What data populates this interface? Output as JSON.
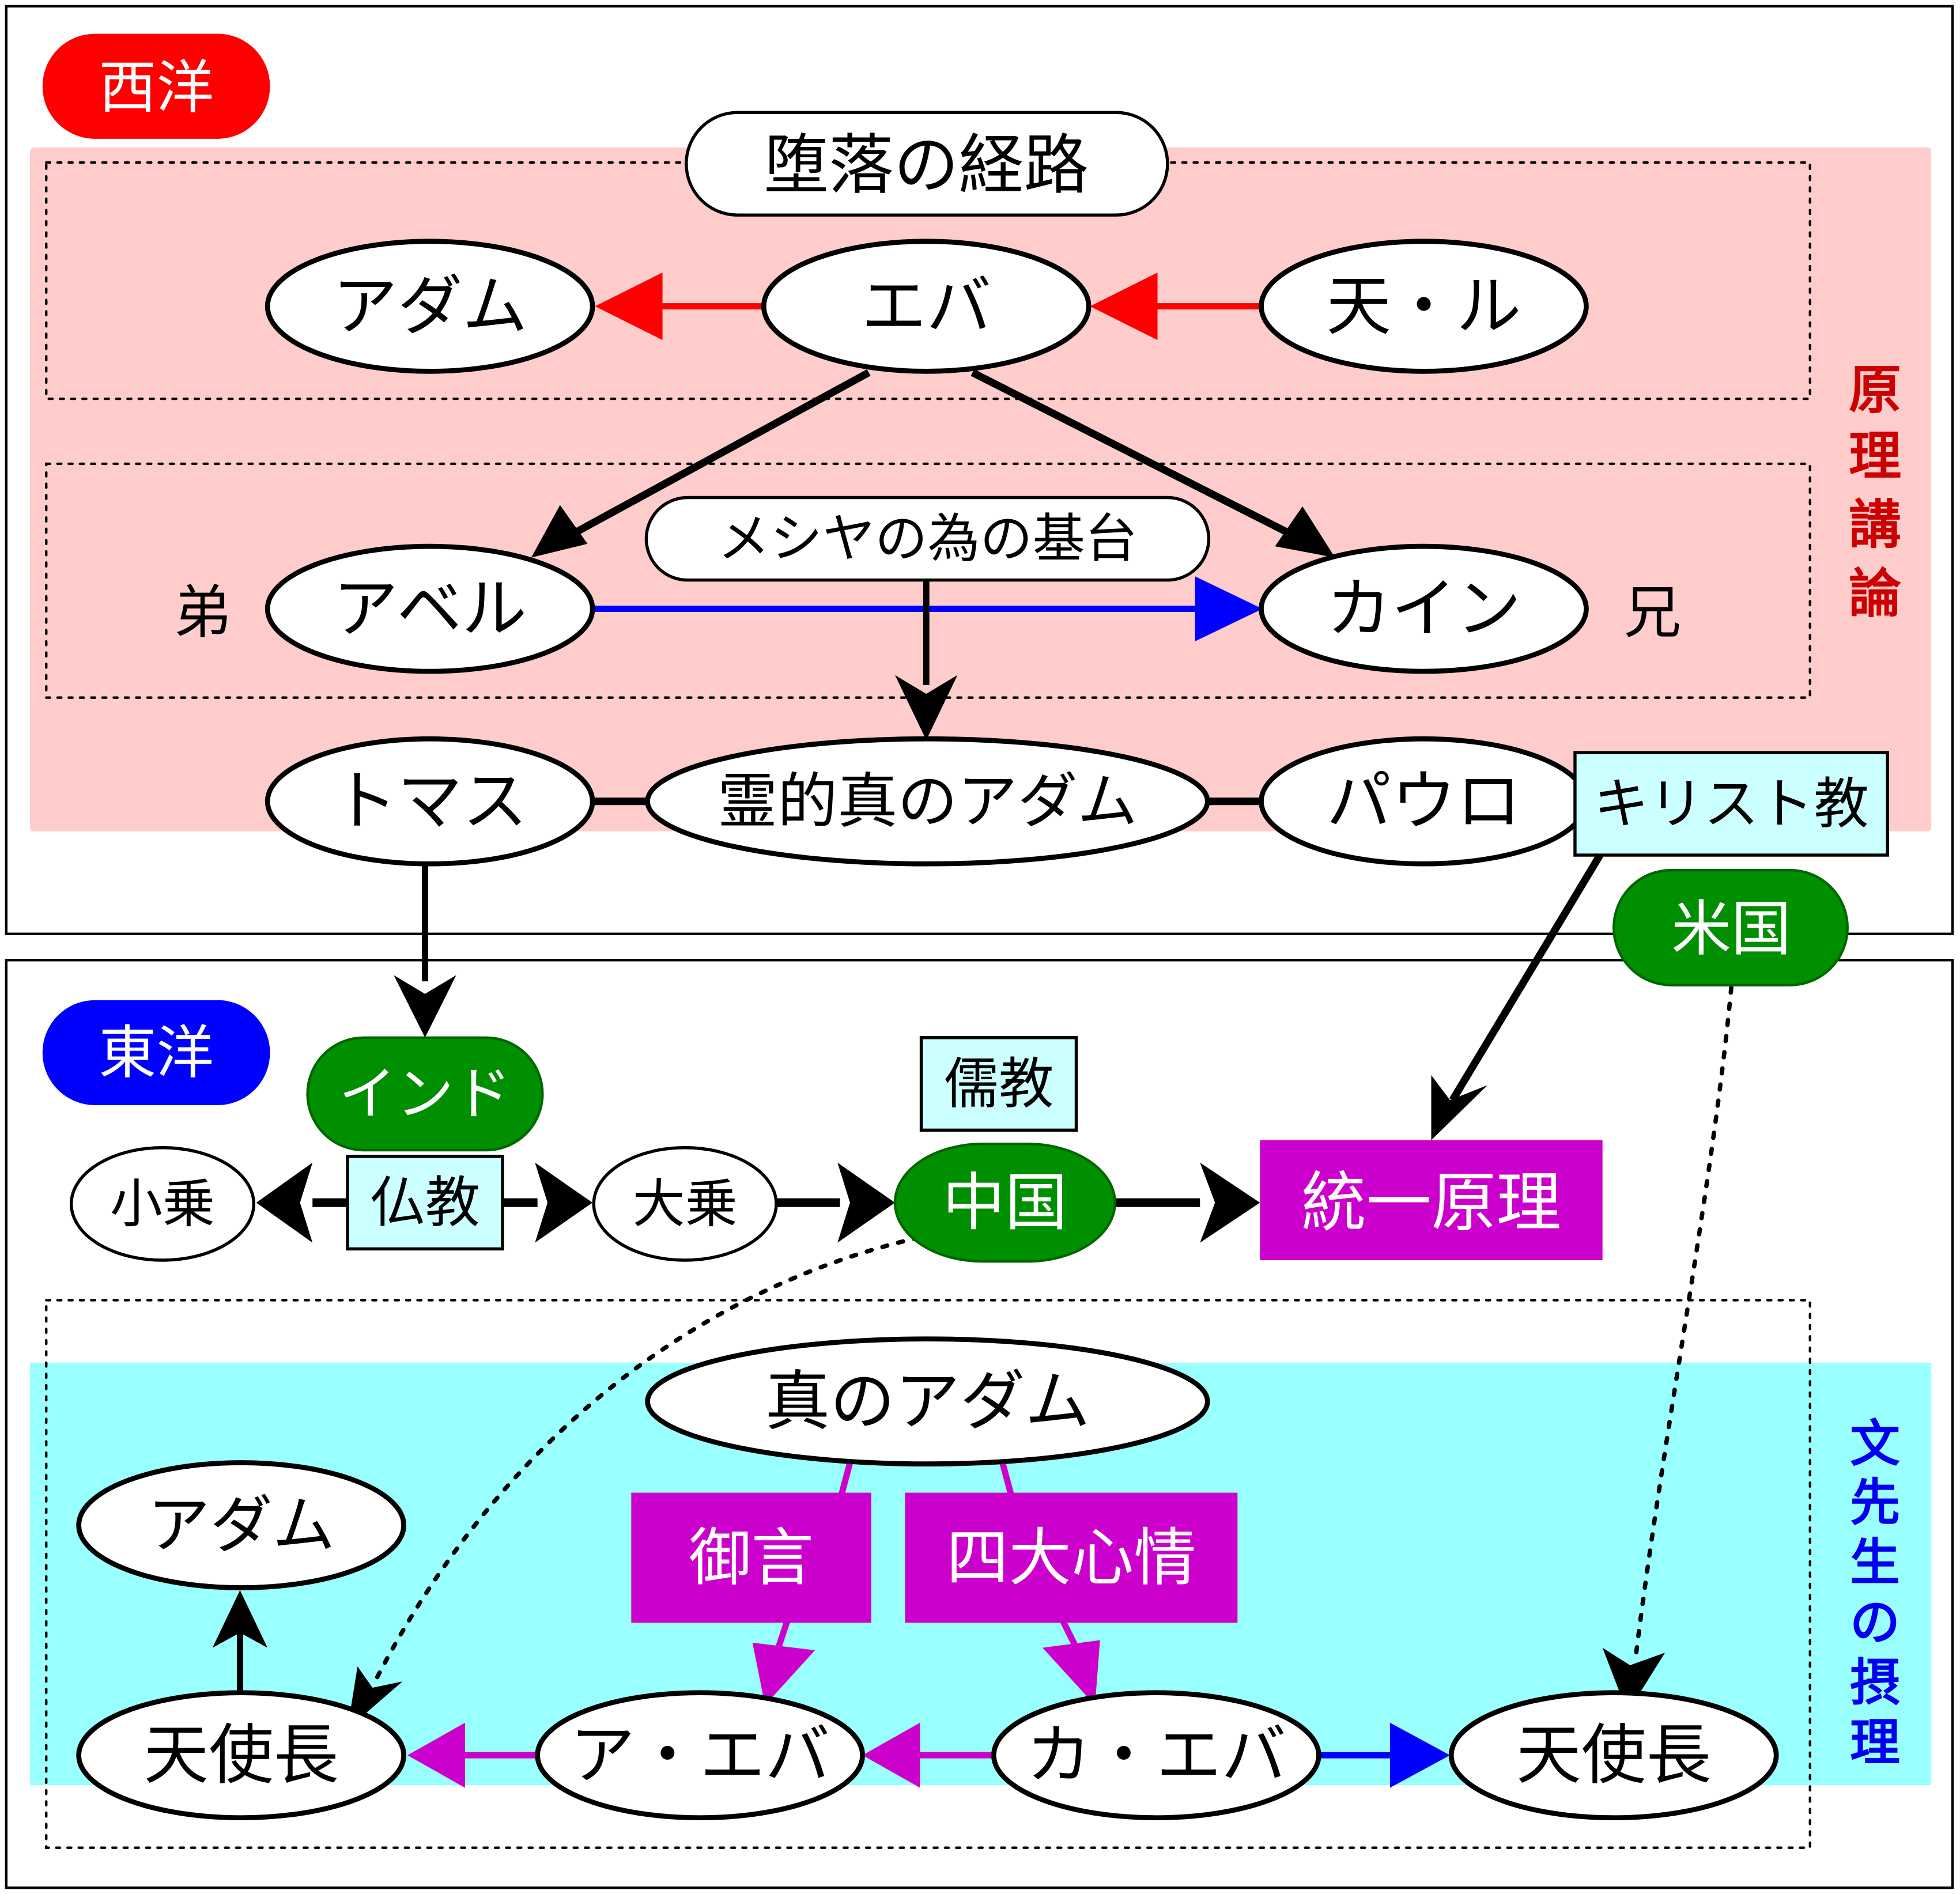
{
  "colors": {
    "west_badge": "#ff0000",
    "east_badge": "#0000ff",
    "pink_band": "#ffcccc",
    "cyan_band": "#99ffff",
    "green_node": "#008f00",
    "magenta": "#cc00cc",
    "light_cyan_box": "#ccffff",
    "red_arrow": "#ff0000",
    "blue_arrow": "#0000ff",
    "principle_label": "#cc0000",
    "providence_label": "#0000ee"
  },
  "west": {
    "badge": "西洋",
    "side_label": "原理講論",
    "fall_route_title": "堕落の経路",
    "adam": "アダム",
    "eve": "エバ",
    "lucifer": "天・ル",
    "foundation_title": "メシヤの為の基台",
    "younger_label": "弟",
    "abel": "アベル",
    "cain": "カイン",
    "elder_label": "兄",
    "thomas": "トマス",
    "spiritual_adam": "霊的真のアダム",
    "paul": "パウロ",
    "christianity": "キリスト教"
  },
  "east": {
    "badge": "東洋",
    "side_label": "文先生の摂理",
    "usa": "米国",
    "india": "インド",
    "confucianism": "儒教",
    "hinayana": "小乗",
    "buddhism": "仏教",
    "mahayana": "大乗",
    "china": "中国",
    "unification_principle": "統一原理",
    "true_adam": "真のアダム",
    "adam": "アダム",
    "words": "御言",
    "four_great_hearts": "四大心情",
    "archangel_left": "天使長",
    "a_eve": "ア・エバ",
    "ka_eve": "カ・エバ",
    "archangel_right": "天使長"
  }
}
